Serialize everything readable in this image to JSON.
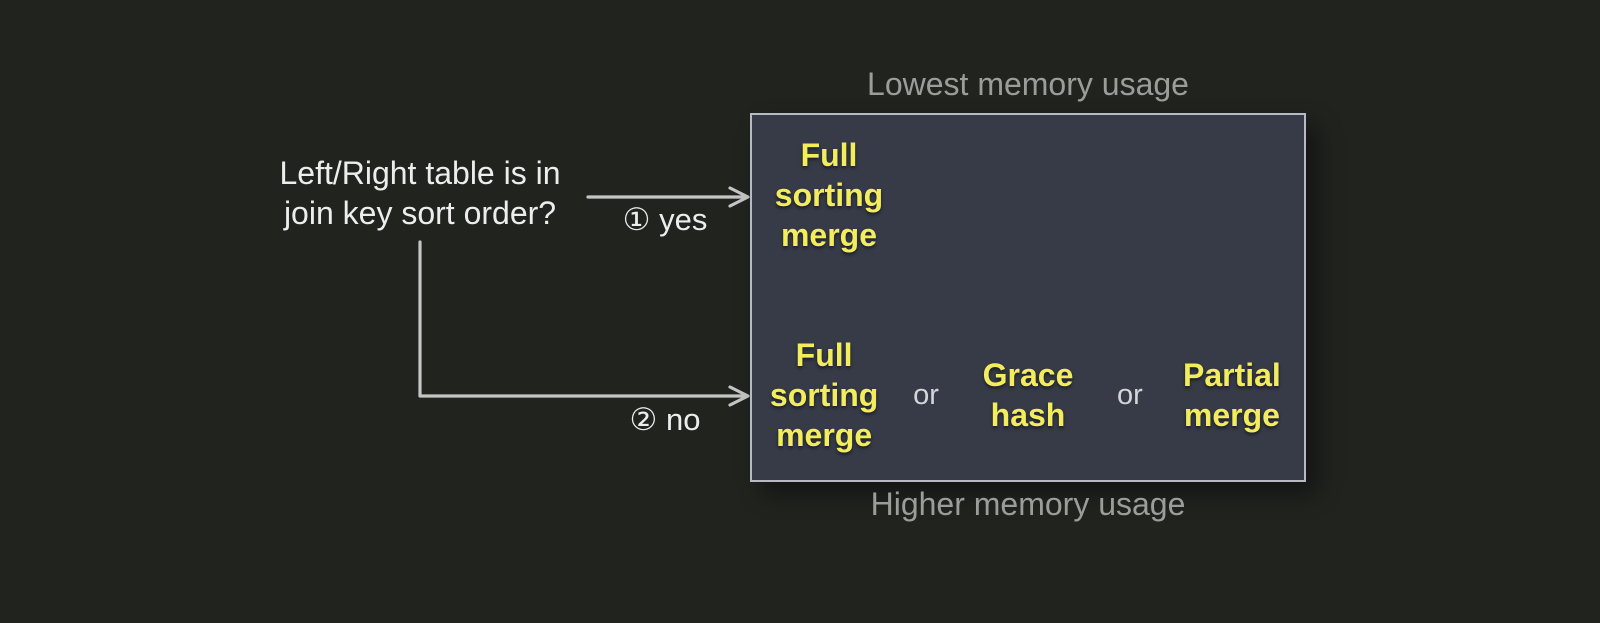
{
  "colors": {
    "background": "#21231f",
    "box_fill": "#363b47",
    "box_border": "#b6bac2",
    "highlight_yellow": "#f3ed5e",
    "text_white": "#ededed",
    "label_gray": "#9c9d9b",
    "arrow_gray": "#c5c5c5"
  },
  "question": {
    "text": "Left/Right table is in\njoin key sort order?"
  },
  "branches": {
    "yes_label": "① yes",
    "no_label": "② no"
  },
  "memory_scale": {
    "top_label": "Lowest memory usage",
    "bottom_label": "Higher memory usage"
  },
  "strategies": {
    "sorted_case": {
      "option1": "Full\nsorting\nmerge"
    },
    "unsorted_case": {
      "option1": "Full\nsorting\nmerge",
      "separator1": "or",
      "option2": "Grace\nhash",
      "separator2": "or",
      "option3": "Partial\nmerge"
    }
  }
}
